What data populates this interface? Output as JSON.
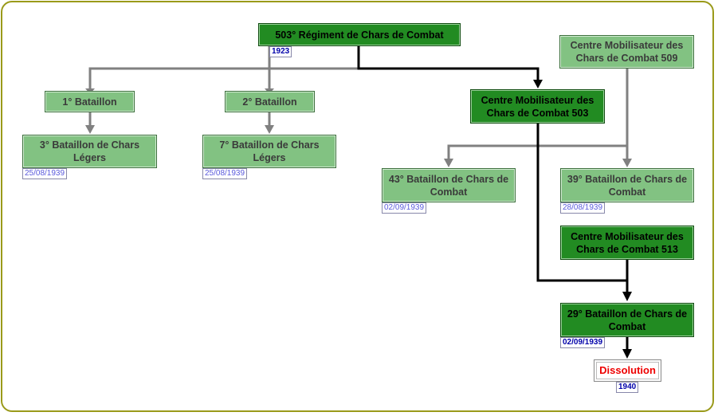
{
  "nodes": {
    "regiment_503": {
      "label": "503° Régiment de Chars de Combat",
      "date": "1923"
    },
    "cm_509": {
      "label": "Centre Mobilisateur des Chars de Combat 509"
    },
    "bataillon_1": {
      "label": "1° Bataillon"
    },
    "bataillon_2": {
      "label": "2° Bataillon"
    },
    "cm_503": {
      "label": "Centre Mobilisateur des Chars de Combat 503"
    },
    "bcl_3": {
      "label": "3° Bataillon de Chars Légers",
      "date": "25/08/1939"
    },
    "bcl_7": {
      "label": "7° Bataillon de Chars Légers",
      "date": "25/08/1939"
    },
    "bcc_43": {
      "label": "43° Bataillon de Chars de Combat",
      "date": "02/09/1939"
    },
    "bcc_39": {
      "label": "39° Bataillon de Chars de Combat",
      "date": "28/08/1939"
    },
    "cm_513": {
      "label": "Centre Mobilisateur des Chars de Combat 513"
    },
    "bcc_29": {
      "label": "29° Bataillon de Chars de Combat",
      "date": "02/09/1939"
    },
    "dissolution": {
      "label": "Dissolution",
      "date": "1940"
    }
  },
  "colors": {
    "dark_node": "#228b22",
    "light_node": "#82c282",
    "dark_line": "#000000",
    "light_line": "#808080",
    "dissolution_text": "#ee0000",
    "frame": "#9a9a1a"
  }
}
